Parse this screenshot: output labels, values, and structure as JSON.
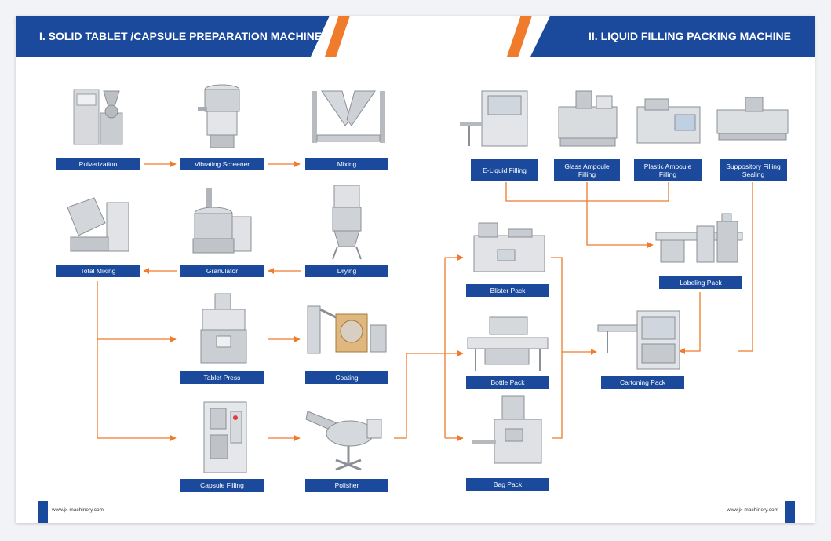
{
  "headers": {
    "left": "I. SOLID TABLET /CAPSULE PREPARATION MACHINE",
    "right": "II. LIQUID FILLING PACKING MACHINE"
  },
  "machines": {
    "pulverization": "Pulverization",
    "vibrating_screener": "Vibrating Screener",
    "mixing": "Mixing",
    "total_mixing": "Total Mixing",
    "granulator": "Granulator",
    "drying": "Drying",
    "tablet_press": "Tablet Press",
    "coating": "Coating",
    "capsule_filling": "Capsule Filling",
    "polisher": "Polisher",
    "e_liquid_filling": "E-Liquid Filling",
    "glass_ampoule_filling": "Glass Ampoule Filling",
    "plastic_ampoule_filling": "Plastic Ampoule Filling",
    "suppository_filling_sealing": "Suppository Filling Sealing",
    "blister_pack": "Blister Pack",
    "bottle_pack": "Bottle Pack",
    "bag_pack": "Bag Pack",
    "labeling_pack": "Labeling Pack",
    "cartoning_pack": "Cartoning Pack"
  },
  "footer": {
    "left_url": "www.jx-machinery.com",
    "right_url": "www.jx-machinery.com"
  },
  "colors": {
    "brand_blue": "#1b4a9c",
    "accent_orange": "#ef7b2b",
    "machine_steel": "#c9ccd1"
  }
}
